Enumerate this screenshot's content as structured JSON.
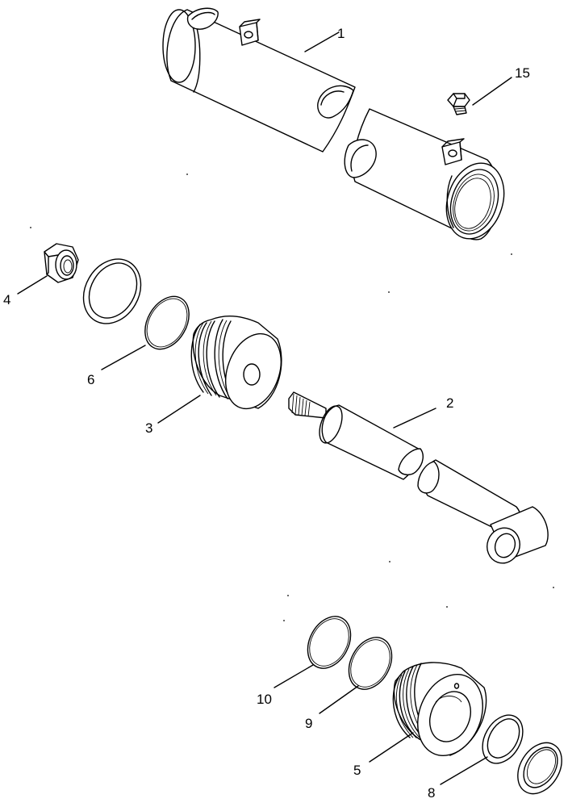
{
  "labels": {
    "1": "1",
    "2": "2",
    "3": "3",
    "4": "4",
    "5": "5",
    "6": "6",
    "8": "8",
    "9": "9",
    "10": "10",
    "15": "15"
  }
}
